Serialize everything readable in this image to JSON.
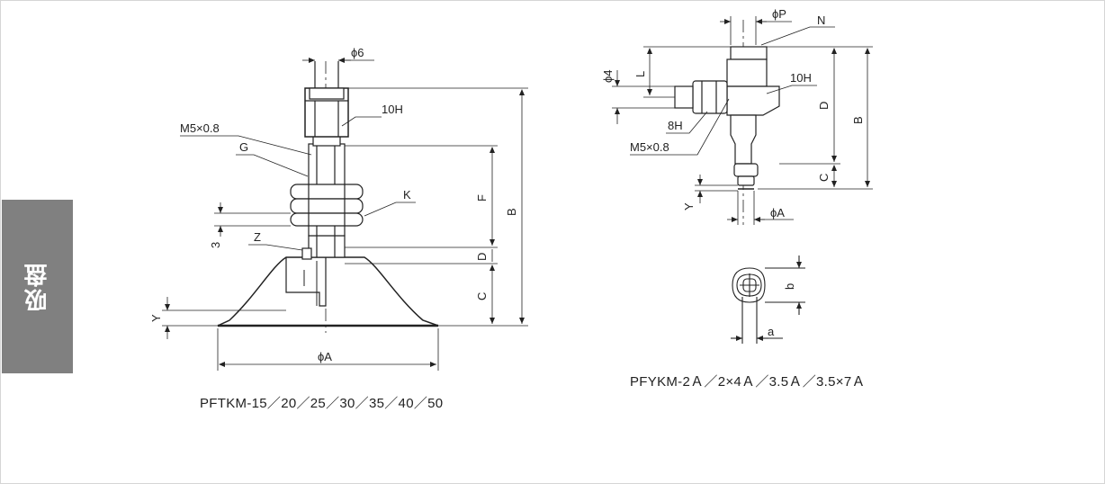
{
  "side_tab": {
    "label": "吸盘"
  },
  "left_figure": {
    "caption": "PFTKM-15／20／25／30／35／40／50",
    "labels": {
      "phi6": "ϕ6",
      "hex10": "10H",
      "thread": "M5×0.8",
      "g": "G",
      "k": "K",
      "z": "Z",
      "three": "3",
      "y": "Y",
      "f": "F",
      "b": "B",
      "d": "D",
      "c": "C",
      "phiA": "ϕA"
    }
  },
  "right_figure": {
    "caption": "PFYKM-2Ａ／2×4Ａ／3.5Ａ／3.5×7Ａ",
    "labels": {
      "phiP": "ϕP",
      "n": "N",
      "phi4": "ϕ4",
      "l": "L",
      "hex10": "10H",
      "d": "D",
      "b": "B",
      "hex8": "8H",
      "thread": "M5×0.8",
      "c": "C",
      "y": "Y",
      "phiA": "ϕA",
      "small_b": "b",
      "small_a": "a"
    }
  }
}
